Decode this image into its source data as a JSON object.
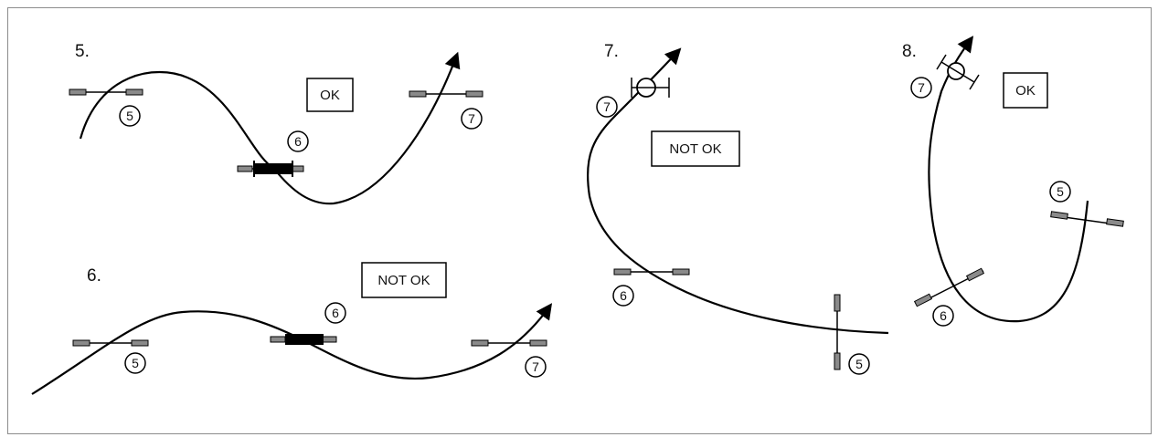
{
  "colors": {
    "line": "#000000",
    "marker_fill": "#8a8a8a",
    "border": "#8c8c8c",
    "background": "#ffffff"
  },
  "panels": [
    {
      "number": "5.",
      "status": "OK",
      "circles": [
        "5",
        "6",
        "7"
      ]
    },
    {
      "number": "6.",
      "status": "NOT OK",
      "circles": [
        "5",
        "6",
        "7"
      ]
    },
    {
      "number": "7.",
      "status": "NOT OK",
      "circles": [
        "7",
        "6",
        "5"
      ]
    },
    {
      "number": "8.",
      "status": "OK",
      "circles": [
        "7",
        "5",
        "6"
      ]
    }
  ]
}
